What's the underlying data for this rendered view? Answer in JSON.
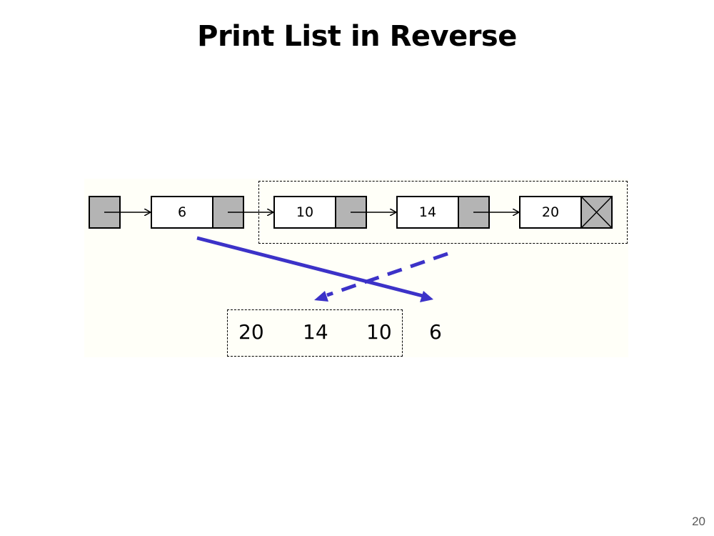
{
  "slide": {
    "title": "Print List in Reverse",
    "page_number": "20"
  },
  "linked_list": {
    "head_pointer": "head",
    "nodes": [
      {
        "value": "6",
        "next": "pointer"
      },
      {
        "value": "10",
        "next": "pointer"
      },
      {
        "value": "14",
        "next": "pointer"
      },
      {
        "value": "20",
        "next": "null"
      }
    ]
  },
  "output": {
    "values": [
      "20",
      "14",
      "10",
      "6"
    ]
  },
  "colors": {
    "arrow_blue": "#3c32c8",
    "pointer_fill": "#b4b4b4",
    "panel_background": "#fffff8"
  }
}
